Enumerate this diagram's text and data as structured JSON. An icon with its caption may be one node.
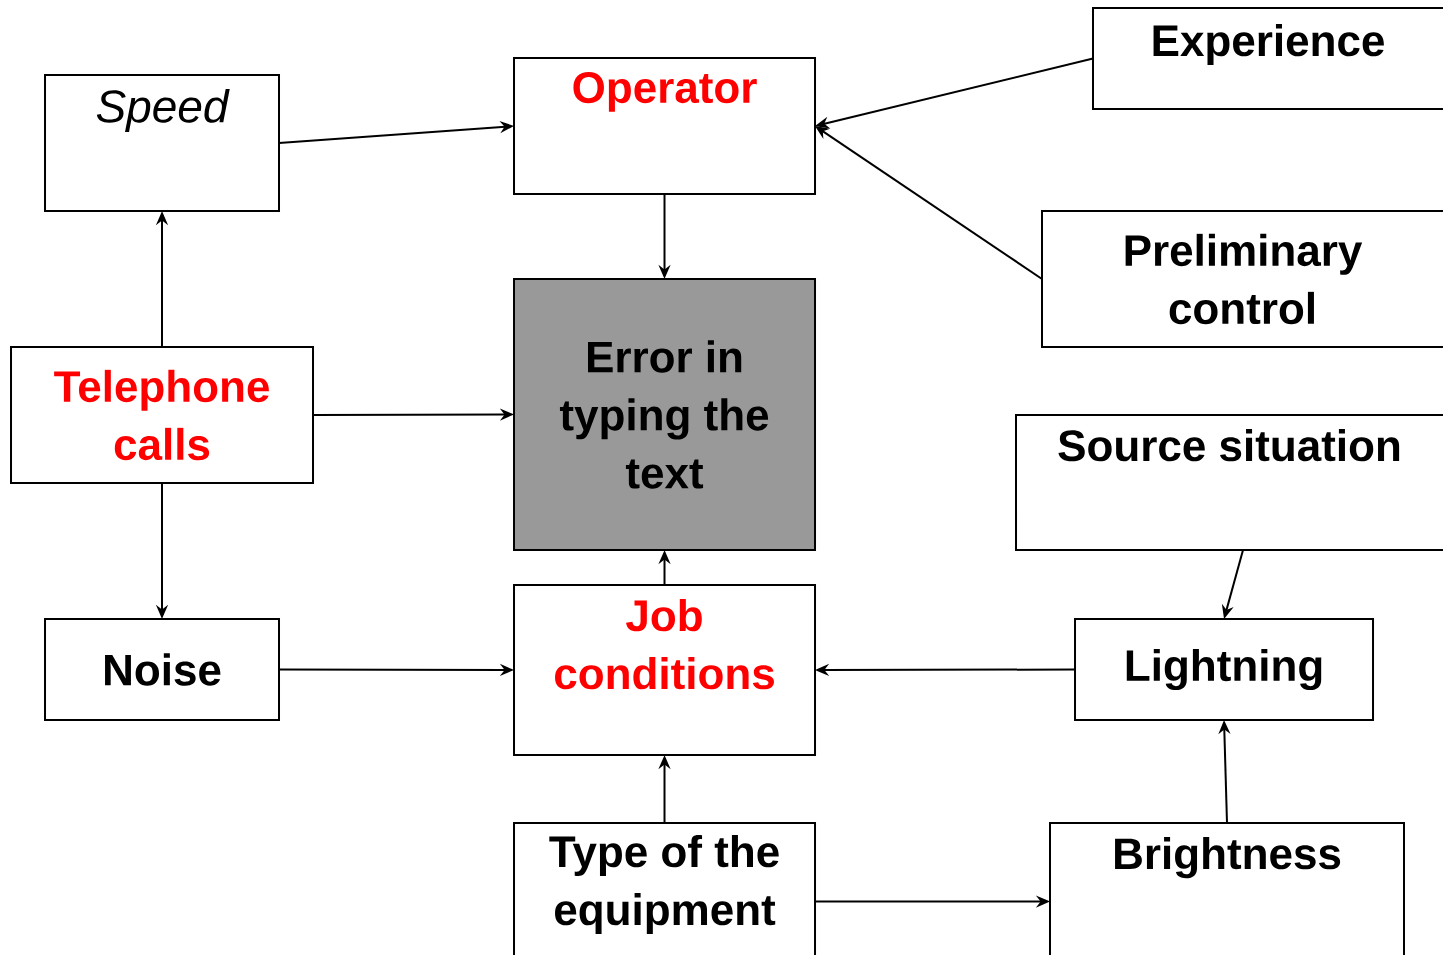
{
  "diagram": {
    "nodes": [
      {
        "text": [
          "Speed"
        ]
      },
      {
        "text": [
          "Operator"
        ]
      },
      {
        "text": [
          "Experience"
        ]
      },
      {
        "text": [
          "Preliminary control"
        ]
      },
      {
        "text": [
          "Telephone calls"
        ]
      },
      {
        "text": [
          "Error in typing the text"
        ]
      },
      {
        "text": [
          "Source situation"
        ]
      },
      {
        "text": [
          "Noise"
        ]
      },
      {
        "text": [
          "Job conditions"
        ]
      },
      {
        "text": [
          "Lightning"
        ]
      },
      {
        "text": [
          "Type of the equipment"
        ]
      },
      {
        "text": [
          "Brightness"
        ]
      }
    ],
    "edges": [
      {
        "from": 0,
        "to": 1,
        "arrow": "to"
      },
      {
        "from": 2,
        "to": 1,
        "arrow": "to"
      },
      {
        "from": 3,
        "to": 1,
        "arrow": "to"
      },
      {
        "from": 1,
        "to": 5,
        "arrow": "to"
      },
      {
        "from": 4,
        "to": 0,
        "arrow": "to"
      },
      {
        "from": 4,
        "to": 5,
        "arrow": "to"
      },
      {
        "from": 4,
        "to": 7,
        "arrow": "to"
      },
      {
        "from": 8,
        "to": 5,
        "arrow": "to"
      },
      {
        "from": 7,
        "to": 8,
        "arrow": "to"
      },
      {
        "from": 9,
        "to": 8,
        "arrow": "to"
      },
      {
        "from": 6,
        "to": 9,
        "arrow": "to"
      },
      {
        "from": 10,
        "to": 8,
        "arrow": "to"
      },
      {
        "from": 10,
        "to": 11,
        "arrow": "to"
      },
      {
        "from": 11,
        "to": 9,
        "arrow": "to"
      }
    ]
  }
}
